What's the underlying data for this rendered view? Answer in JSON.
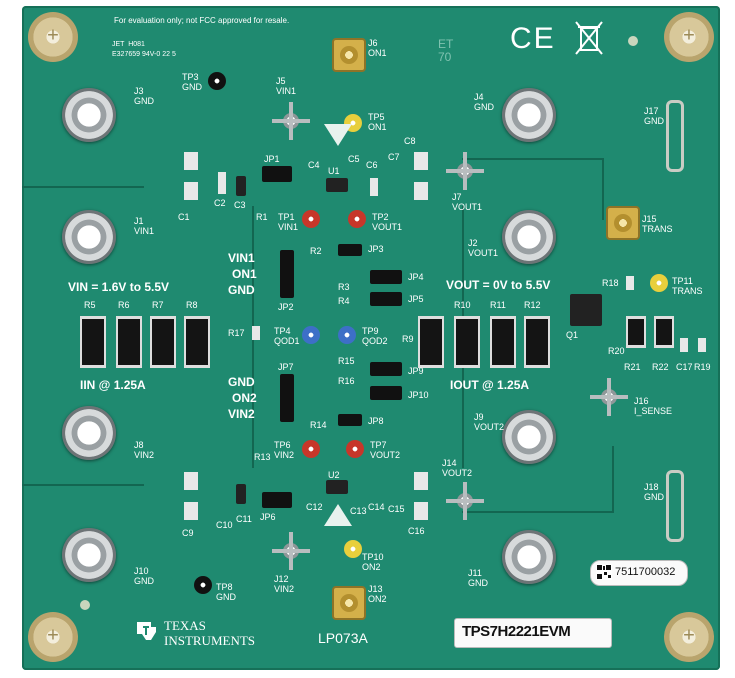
{
  "board": {
    "warning": "For evaluation only; not FCC approved for resale.",
    "maker_line1": "JET  H081",
    "maker_line2": "E327659 94V-0 22 5",
    "date_code": "ET\n70",
    "ce_mark": "CE",
    "vin_range": "VIN = 1.6V to 5.5V",
    "vout_range": "VOUT = 0V to 5.5V",
    "iin": "IIN @ 1.25A",
    "iout": "IOUT @ 1.25A",
    "ti_brand_1": "TEXAS",
    "ti_brand_2": "INSTRUMENTS",
    "part_code": "LP073A",
    "evm_name": "TPS7H2221EVM",
    "serial": "7511700032",
    "jp_labels_top": [
      "VIN1",
      "ON1",
      "GND"
    ],
    "jp_labels_bot": [
      "GND",
      "ON2",
      "VIN2"
    ]
  },
  "labels": {
    "j3": "J3\nGND",
    "j1": "J1\nVIN1",
    "j8": "J8\nVIN2",
    "j10": "J10\nGND",
    "j4": "J4\nGND",
    "j2": "J2\nVOUT1",
    "j9": "J9\nVOUT2",
    "j11": "J11\nGND",
    "j6": "J6\nON1",
    "j5": "J5\nVIN1",
    "j7": "J7\nVOUT1",
    "j15": "J15\nTRANS",
    "j17": "J17\nGND",
    "j18": "J18\nGND",
    "j16": "J16\nI_SENSE",
    "j12": "J12\nVIN2",
    "j13": "J13\nON2",
    "j14": "J14\nVOUT2",
    "tp3": "TP3\nGND",
    "tp5": "TP5\nON1",
    "tp1": "TP1\nVIN1",
    "tp2": "TP2\nVOUT1",
    "tp4": "TP4\nQOD1",
    "tp9": "TP9\nQOD2",
    "tp6": "TP6\nVIN2",
    "tp7": "TP7\nVOUT2",
    "tp10": "TP10\nON2",
    "tp8": "TP8\nGND",
    "tp11": "TP11\nTRANS",
    "r5": "R5",
    "r6": "R6",
    "r7": "R7",
    "r8": "R8",
    "r9": "R9",
    "r10": "R10",
    "r11": "R11",
    "r12": "R12",
    "r17": "R17",
    "r2": "R2",
    "r3": "R3",
    "r4": "R4",
    "r15": "R15",
    "r16": "R16",
    "r14": "R14",
    "r13": "R13",
    "r18": "R18",
    "r20": "R20",
    "r21": "R21",
    "r22": "R22",
    "r19": "R19",
    "r1": "R1",
    "jp1": "JP1",
    "jp2": "JP2",
    "jp3": "JP3",
    "jp4": "JP4",
    "jp5": "JP5",
    "jp6": "JP6",
    "jp7": "JP7",
    "jp8": "JP8",
    "jp9": "JP9",
    "jp10": "JP10",
    "u1": "U1",
    "u2": "U2",
    "q1": "Q1",
    "c1": "C1",
    "c2": "C2",
    "c3": "C3",
    "c4": "C4",
    "c5": "C5",
    "c6": "C6",
    "c7": "C7",
    "c8": "C8",
    "c9": "C9",
    "c10": "C10",
    "c11": "C11",
    "c12": "C12",
    "c13": "C13",
    "c14": "C14",
    "c15": "C15",
    "c16": "C16",
    "c17": "C17"
  },
  "colors": {
    "pcb": "#1f8a70",
    "silkscreen": "#ffffff",
    "tp_red": "#c7362a",
    "tp_blue": "#3d6fc7",
    "tp_yellow": "#e8cf3c",
    "gold": "#d4b04a"
  }
}
